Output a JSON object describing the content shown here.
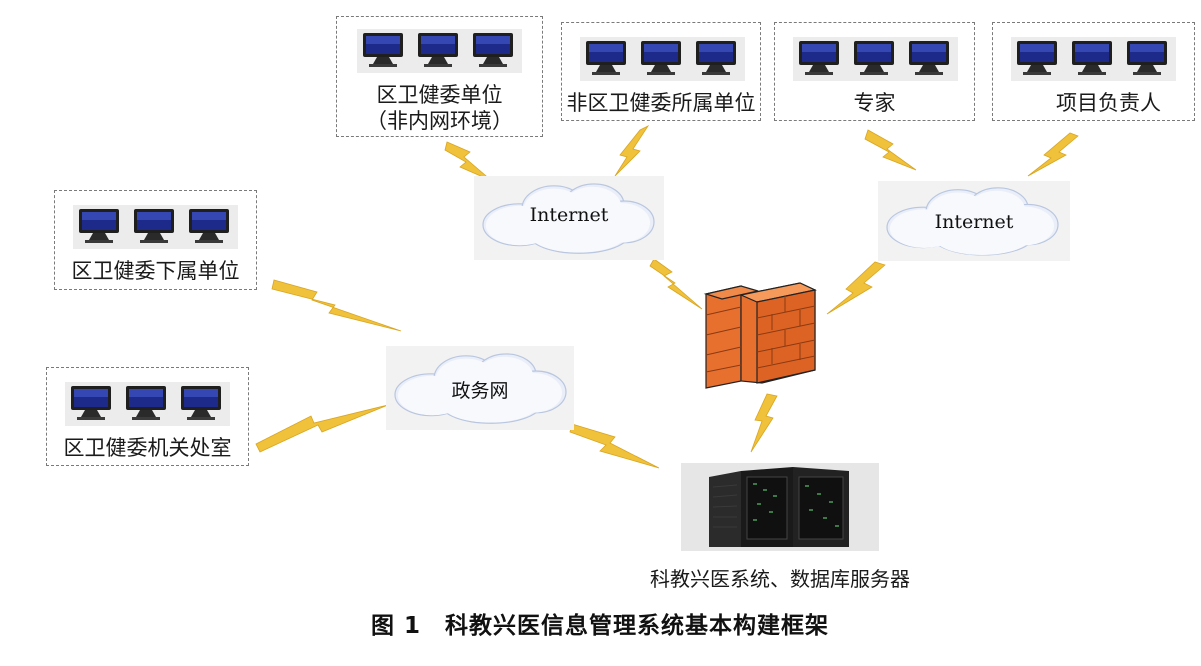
{
  "groups": {
    "top_left": {
      "line1": "区卫健委单位",
      "line2": "（非内网环境）"
    },
    "top_mid": {
      "label": "非区卫健委所属单位"
    },
    "expert": {
      "label": "专家"
    },
    "project_lead": {
      "label": "项目负责人"
    },
    "subordinate": {
      "label": "区卫健委下属单位"
    },
    "office": {
      "label": "区卫健委机关处室"
    }
  },
  "networks": {
    "internet_left": "Internet",
    "internet_right": "Internet",
    "gov": "政务网"
  },
  "server": {
    "caption": "科教兴医系统、数据库服务器"
  },
  "figure": {
    "caption": "图 1　科教兴医信息管理系统基本构建框架"
  },
  "colors": {
    "lightning": "#f0c13a",
    "firewall": "#e8702f",
    "cloud": "#eef3fb"
  },
  "icons": [
    "monitor-icon",
    "cloud-icon",
    "firewall-icon",
    "server-rack-icon",
    "lightning-icon"
  ]
}
